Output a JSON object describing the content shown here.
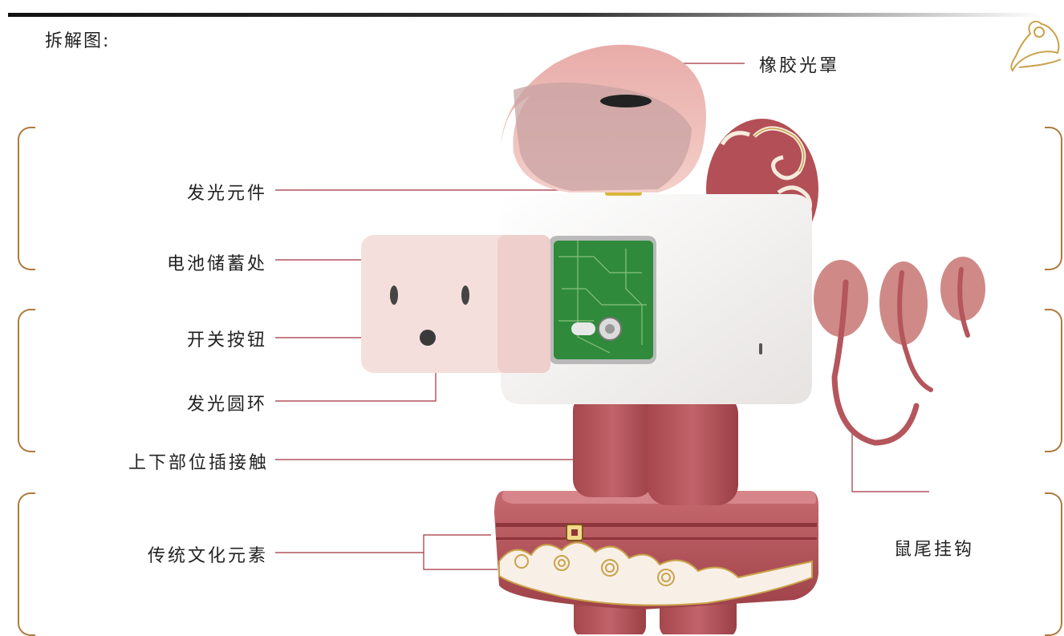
{
  "title": "拆解图:",
  "labels": {
    "rubber_cover": "橡胶光罩",
    "light_element": "发光元件",
    "battery": "电池储蓄处",
    "switch": "开关按钮",
    "light_ring": "发光圆环",
    "contact": "上下部位插接触",
    "culture": "传统文化元素",
    "tail_hook": "鼠尾挂钩"
  },
  "colors": {
    "pink": "#e9b7b2",
    "red": "#b5555c",
    "white": "#f6f4f3",
    "gold": "#c9a24a",
    "pcb": "#2f8a3c",
    "line": "#a2323c",
    "bracket": "#b07a3e"
  }
}
